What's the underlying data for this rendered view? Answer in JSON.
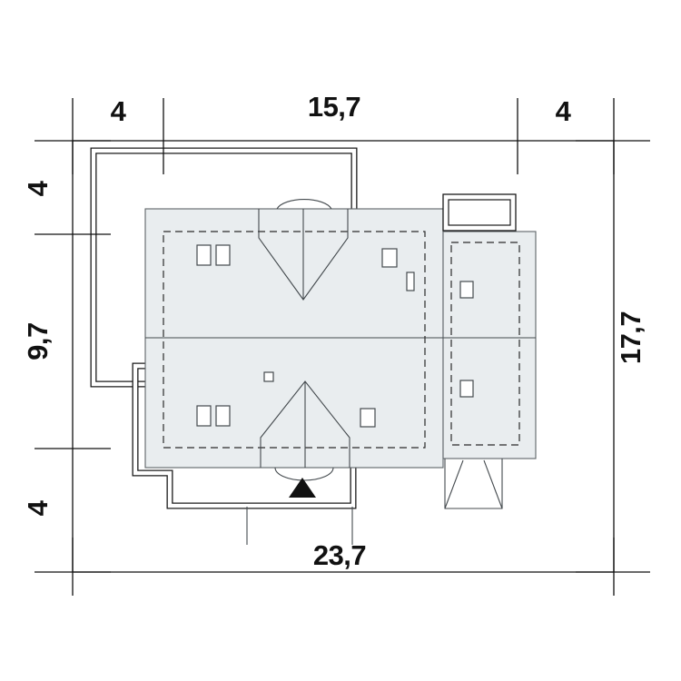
{
  "drawing": {
    "type": "architectural-site-plan",
    "dimensions": {
      "top": [
        "4",
        "15,7",
        "4"
      ],
      "left": [
        "4",
        "9,7",
        "4"
      ],
      "right": [
        "17,7"
      ],
      "bottom": [
        "23,7"
      ]
    },
    "colors": {
      "line": "#1a1a1a",
      "roof_fill": "#e9edef",
      "entrance_marker": "#111111",
      "background": "#ffffff"
    }
  }
}
